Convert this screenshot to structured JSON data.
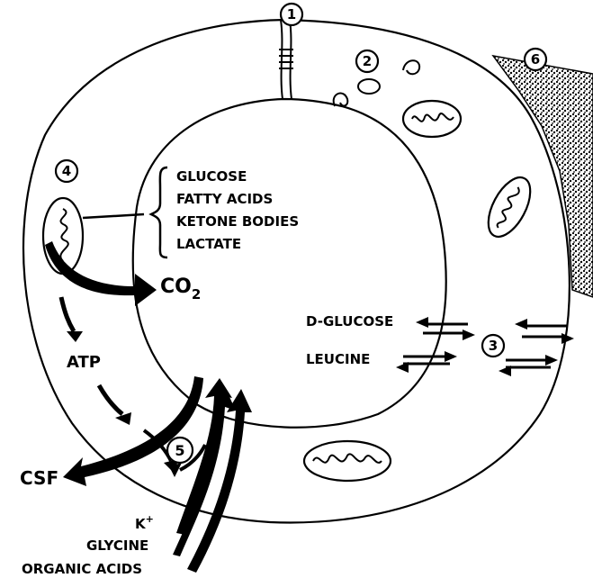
{
  "substrates": [
    "GLUCOSE",
    "FATTY ACIDS",
    "KETONE BODIES",
    "LACTATE"
  ],
  "products": {
    "co2_main": "CO",
    "co2_sub": "2",
    "atp": "ATP",
    "csf": "CSF"
  },
  "transport": {
    "d_glucose": "D-GLUCOSE",
    "leucine": "LEUCINE"
  },
  "ions": {
    "k": "K",
    "k_sup": "+",
    "glycine": "GLYCINE",
    "organic_acids": "ORGANIC ACIDS"
  },
  "markers": [
    "1",
    "2",
    "3",
    "4",
    "5",
    "6"
  ]
}
